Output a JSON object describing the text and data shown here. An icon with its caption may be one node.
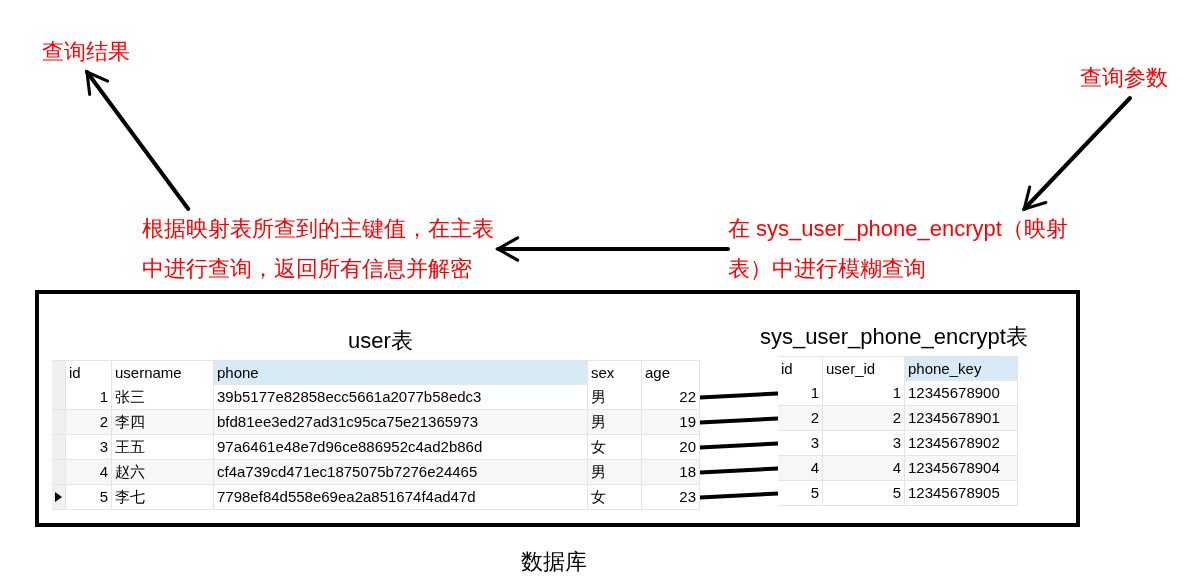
{
  "diagram": {
    "nodes": [
      {
        "text": [
          "查询结果"
        ]
      },
      {
        "text": [
          "查询参数"
        ]
      },
      {
        "text": [
          "根据映射表所查到的主键值，在主表中进行查询，返回所有信息并解密"
        ]
      },
      {
        "text": [
          "在 sys_user_phone_encrypt（映射表）中进行模糊查询"
        ]
      },
      {
        "text": [
          "数据库"
        ]
      },
      {
        "text": [
          "user表"
        ],
        "in": 4
      },
      {
        "text": [
          "id",
          "username",
          "phone",
          "sex",
          "age"
        ],
        "in": 5
      },
      {
        "text": [
          "1",
          "张三",
          "39b5177e82858ecc5661a2077b58edc3",
          "男",
          "22"
        ],
        "in": 5
      },
      {
        "text": [
          "2",
          "李四",
          "bfd81ee3ed27ad31c95ca75e21365973",
          "男",
          "19"
        ],
        "in": 5
      },
      {
        "text": [
          "3",
          "王五",
          "97a6461e48e7d96ce886952c4ad2b86d",
          "女",
          "20"
        ],
        "in": 5
      },
      {
        "text": [
          "4",
          "赵六",
          "cf4a739cd471ec1875075b7276e24465",
          "男",
          "18"
        ],
        "in": 5
      },
      {
        "text": [
          "5",
          "李七",
          "7798ef84d558e69ea2a851674f4ad47d",
          "女",
          "23"
        ],
        "in": 5
      },
      {
        "text": [
          "sys_user_phone_encrypt表"
        ],
        "in": 4
      },
      {
        "text": [
          "id",
          "user_id",
          "phone_key"
        ],
        "in": 12
      },
      {
        "text": [
          "1",
          "1",
          "12345678900"
        ],
        "in": 12
      },
      {
        "text": [
          "2",
          "2",
          "12345678901"
        ],
        "in": 12
      },
      {
        "text": [
          "3",
          "3",
          "12345678902"
        ],
        "in": 12
      },
      {
        "text": [
          "4",
          "4",
          "12345678904"
        ],
        "in": 12
      },
      {
        "text": [
          "5",
          "5",
          "12345678905"
        ],
        "in": 12
      }
    ],
    "edges": [
      {
        "from": 2,
        "to": 0,
        "arrow": "to"
      },
      {
        "from": 1,
        "to": 3,
        "arrow": "to"
      },
      {
        "from": 3,
        "to": 2,
        "arrow": "to"
      },
      {
        "from": 7,
        "to": 14,
        "arrow": "none"
      },
      {
        "from": 8,
        "to": 15,
        "arrow": "none"
      },
      {
        "from": 9,
        "to": 16,
        "arrow": "none"
      },
      {
        "from": 10,
        "to": 17,
        "arrow": "none"
      },
      {
        "from": 11,
        "to": 18,
        "arrow": "none"
      }
    ]
  }
}
